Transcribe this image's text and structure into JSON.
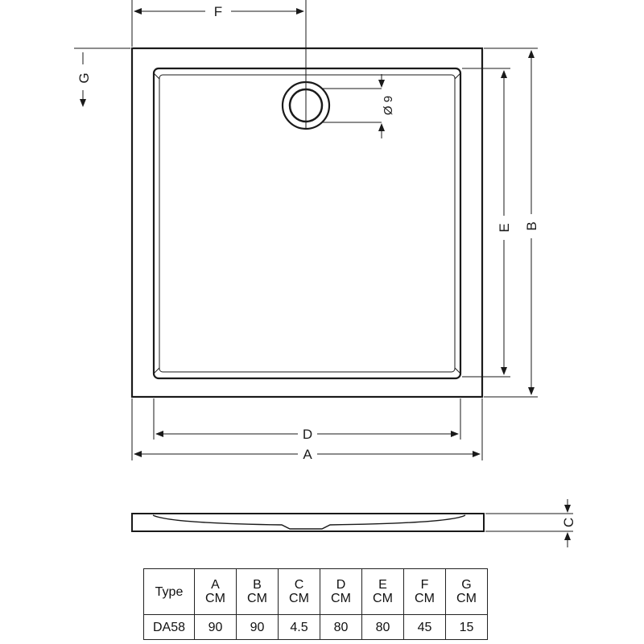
{
  "drawing": {
    "dimension_labels": {
      "A": "A",
      "B": "B",
      "C": "C",
      "D": "D",
      "E": "E",
      "F": "F",
      "G": "G"
    },
    "drain_label": "Ø 9"
  },
  "table": {
    "type_header": "Type",
    "columns": [
      {
        "letter": "A",
        "unit": "CM"
      },
      {
        "letter": "B",
        "unit": "CM"
      },
      {
        "letter": "C",
        "unit": "CM"
      },
      {
        "letter": "D",
        "unit": "CM"
      },
      {
        "letter": "E",
        "unit": "CM"
      },
      {
        "letter": "F",
        "unit": "CM"
      },
      {
        "letter": "G",
        "unit": "CM"
      }
    ],
    "row": {
      "type": "DA58",
      "values": [
        "90",
        "90",
        "4.5",
        "80",
        "80",
        "45",
        "15"
      ]
    }
  }
}
